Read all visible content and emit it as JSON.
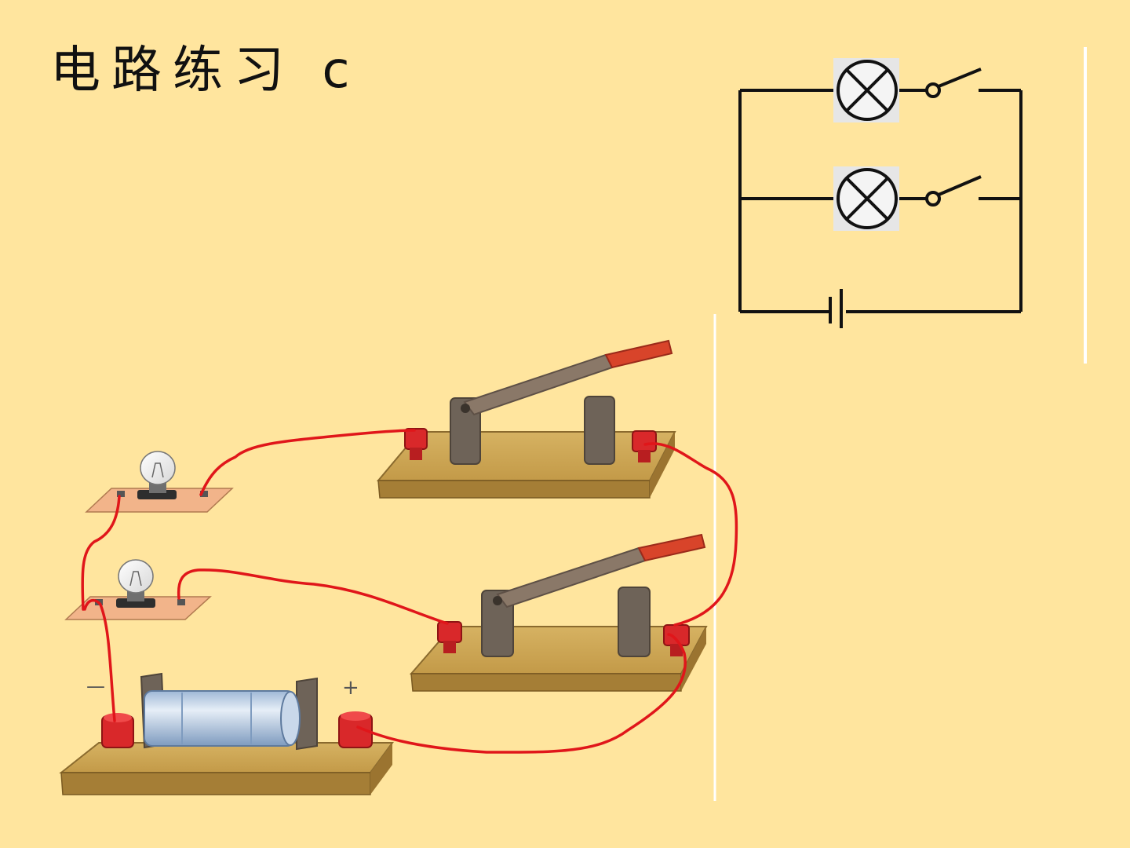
{
  "slide": {
    "title": "电路练习 c",
    "background": "#FFE59E"
  },
  "battery_labels": {
    "negative": "—",
    "positive": "+"
  },
  "colors": {
    "wire": "#E0161A",
    "schematic": "#111111",
    "board": "#C9A04E",
    "terminal": "#D9282A",
    "post": "#6E6358",
    "handle": "#8A7868",
    "handle_grip": "#D8442A",
    "battery_body": "#B8CDE4",
    "divider": "#FFFFFF"
  },
  "components": {
    "schematic": [
      "lamp-1",
      "switch-1",
      "lamp-2",
      "switch-2",
      "battery"
    ],
    "physical": [
      "lamp-upper",
      "lamp-lower",
      "knife-switch-upper",
      "knife-switch-lower",
      "battery-holder"
    ]
  }
}
